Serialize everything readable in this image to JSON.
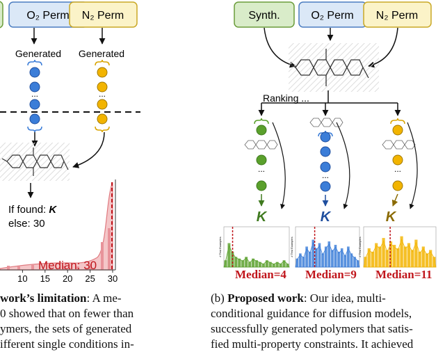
{
  "left_panel": {
    "box_o2": "O₂ Perm",
    "box_n2": "N₂ Perm",
    "gen_label_1": "Generated",
    "gen_label_2": "Generated",
    "dots": "...",
    "if_found": "If found: ",
    "k": "K",
    "else_line": "else: 30",
    "median": "Median: 30",
    "x_ticks": [
      "10",
      "15",
      "20",
      "25",
      "30"
    ]
  },
  "right_panel": {
    "box_synth": "Synth.",
    "box_o2": "O₂ Perm",
    "box_n2": "N₂ Perm",
    "ranking": "Ranking ...",
    "k_green": "K",
    "k_blue": "K",
    "k_orange": "K",
    "hist_ylabel": "# Test Examples",
    "medians": [
      "Median=4",
      "Median=9",
      "Median=11"
    ]
  },
  "chart_data": [
    {
      "type": "area",
      "name_hint": "left-distribution",
      "xlim": [
        5,
        30
      ],
      "x_ticks": [
        10,
        15,
        20,
        25,
        30
      ],
      "annotation": "Median: 30",
      "median": 30
    },
    {
      "type": "bar",
      "series_color": "#5aa02c",
      "median": 4,
      "annotation": "Median=4",
      "values": [
        20,
        70,
        45,
        30,
        25,
        20,
        30,
        15,
        25,
        20,
        15,
        10,
        20,
        15,
        10,
        15,
        10,
        20,
        10
      ]
    },
    {
      "type": "bar",
      "series_color": "#3b7dd8",
      "median": 9,
      "annotation": "Median=9",
      "values": [
        25,
        40,
        30,
        60,
        45,
        80,
        55,
        70,
        40,
        60,
        75,
        50,
        65,
        45,
        55,
        35,
        60,
        40,
        30,
        20
      ]
    },
    {
      "type": "bar",
      "series_color": "#f2b400",
      "median": 11,
      "annotation": "Median=11",
      "values": [
        30,
        55,
        45,
        70,
        60,
        85,
        50,
        75,
        65,
        55,
        90,
        60,
        70,
        50,
        80,
        45,
        60,
        40,
        50,
        30
      ]
    }
  ],
  "captions": {
    "left": {
      "line1_bold": "work’s limitation",
      "line1_rest": ": A me-",
      "line2": "0 showed that on fewer than",
      "line3": "ymers, the sets of generated",
      "line4": "ifferent single conditions in-"
    },
    "right": {
      "line1_a": "(b) ",
      "line1_bold": "Proposed work",
      "line1_rest": ": Our idea, multi-",
      "line2": "conditional guidance for diffusion models,",
      "line3": "successfully generated polymers that satis-",
      "line4": "fied multi-property constraints. It achieved"
    }
  }
}
